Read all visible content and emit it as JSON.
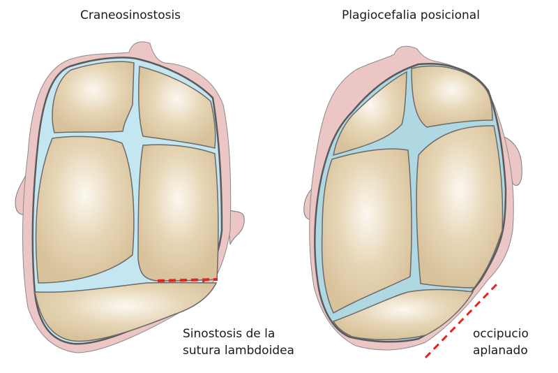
{
  "left_panel": {
    "title": "Craneosinostosis",
    "annotation": {
      "line1": "Sinostosis de la",
      "line2": "sutura lambdoidea"
    }
  },
  "right_panel": {
    "title": "Plagiocefalia posicional",
    "annotation": {
      "line1": "occipucio",
      "line2": "aplanado"
    }
  },
  "colors": {
    "skin": "#ebc6c4",
    "bone": "#dcc6a0",
    "bone_highlight": "#fbf8f0",
    "fontanelle": "#c4e6f0",
    "fontanelle_right": "#b0d8e2",
    "outline": "#5a5a5a",
    "marker": "#e8231c"
  }
}
